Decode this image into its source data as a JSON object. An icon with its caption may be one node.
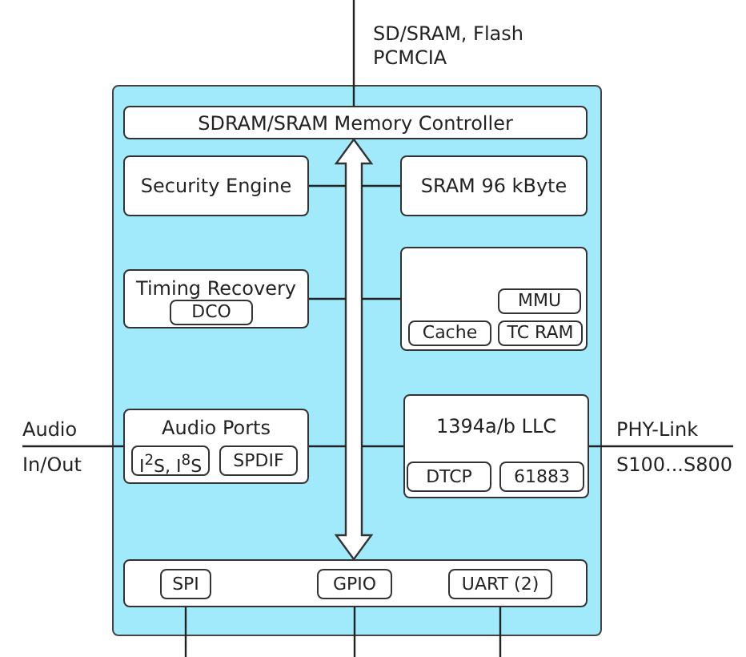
{
  "diagram": {
    "nodes": [
      {
        "text": [],
        "shape": "box"
      },
      {
        "text": [
          "SDRAM/SRAM Memory Controller"
        ],
        "in": 0
      },
      {
        "text": [
          "Security Engine"
        ],
        "in": 0
      },
      {
        "text": [
          "SRAM 96 kByte"
        ],
        "in": 0
      },
      {
        "text": [
          "Timing Recovery"
        ],
        "in": 0
      },
      {
        "text": [
          "DCO"
        ],
        "in": 4
      },
      {
        "text": [],
        "shape": "box",
        "in": 0
      },
      {
        "text": [
          "MMU"
        ],
        "in": 6
      },
      {
        "text": [
          "Cache"
        ],
        "in": 6
      },
      {
        "text": [
          "TC RAM"
        ],
        "in": 6
      },
      {
        "text": [
          "Audio Ports"
        ],
        "in": 0
      },
      {
        "text": [
          "I$^{2}$S, I$^{8}$S"
        ],
        "in": 10
      },
      {
        "text": [
          "SPDIF"
        ],
        "in": 10
      },
      {
        "text": [
          "1394a/b LLC"
        ],
        "in": 0
      },
      {
        "text": [
          "DTCP"
        ],
        "in": 13
      },
      {
        "text": [
          "61883"
        ],
        "in": 13
      },
      {
        "text": [],
        "shape": "box",
        "in": 0
      },
      {
        "text": [
          "SPI"
        ],
        "in": 16
      },
      {
        "text": [
          "GPIO"
        ],
        "in": 16
      },
      {
        "text": [
          "UART (2)"
        ],
        "in": 16
      },
      {
        "text": [
          "Audio",
          "In/Out"
        ]
      },
      {
        "text": [
          "PHY-Link",
          "S100...S800"
        ]
      }
    ],
    "edges": [
      {
        "from": null,
        "to": 1,
        "arrow": "none"
      },
      {
        "from": 1,
        "to": 16,
        "arrow": "both",
        "style": "thick"
      },
      {
        "from": 2,
        "to": null,
        "arrow": "none"
      },
      {
        "from": 3,
        "to": null,
        "arrow": "none"
      },
      {
        "from": 4,
        "to": null,
        "arrow": "none"
      },
      {
        "from": 6,
        "to": null,
        "arrow": "none"
      },
      {
        "from": 10,
        "to": null,
        "arrow": "none"
      },
      {
        "from": 13,
        "to": null,
        "arrow": "none"
      },
      {
        "from": 20,
        "to": 10,
        "arrow": "none"
      },
      {
        "from": 13,
        "to": 21,
        "arrow": "none"
      },
      {
        "from": 17,
        "to": null,
        "arrow": "none"
      },
      {
        "from": 18,
        "to": null,
        "arrow": "none"
      },
      {
        "from": 19,
        "to": null,
        "arrow": "none"
      }
    ],
    "labels": [
      "SD/SRAM, Flash PCMCIA"
    ]
  }
}
